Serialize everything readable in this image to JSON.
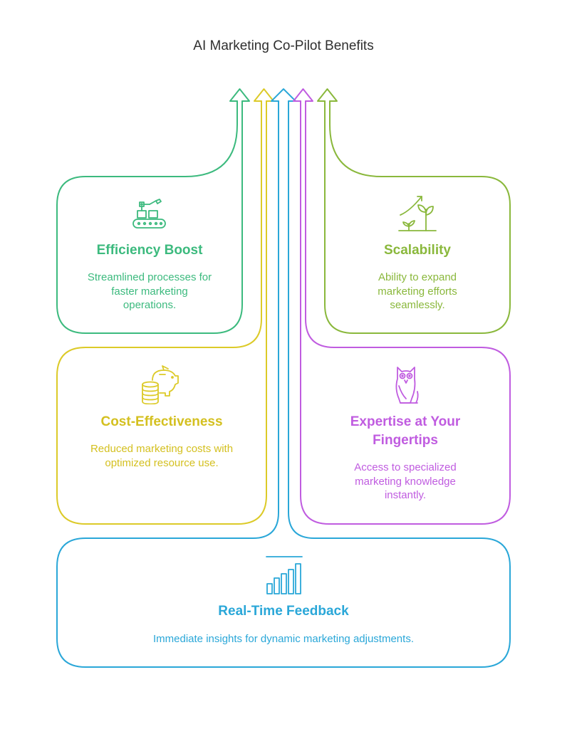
{
  "title": "AI Marketing Co-Pilot Benefits",
  "colors": {
    "green": "#3cba7e",
    "olive": "#8ab83c",
    "yellow": "#dcca28",
    "purple": "#c05ce0",
    "blue": "#2aa7d8"
  },
  "cards": {
    "efficiency": {
      "heading": "Efficiency Boost",
      "desc": [
        "Streamlined processes for",
        "faster marketing",
        "operations."
      ],
      "icon": "conveyor-robot-arm-icon"
    },
    "scalability": {
      "heading": "Scalability",
      "desc": [
        "Ability to expand",
        "marketing efforts",
        "seamlessly."
      ],
      "icon": "growing-plants-icon"
    },
    "cost": {
      "heading": "Cost-Effectiveness",
      "desc": [
        "Reduced marketing costs with",
        "optimized resource use."
      ],
      "icon": "piggy-bank-coins-icon"
    },
    "expertise": {
      "heading": [
        "Expertise at Your",
        "Fingertips"
      ],
      "desc": [
        "Access to specialized",
        "marketing knowledge",
        "instantly."
      ],
      "icon": "owl-icon"
    },
    "feedback": {
      "heading": "Real-Time Feedback",
      "desc": [
        "Immediate insights for dynamic marketing adjustments."
      ],
      "icon": "bar-chart-icon"
    }
  }
}
